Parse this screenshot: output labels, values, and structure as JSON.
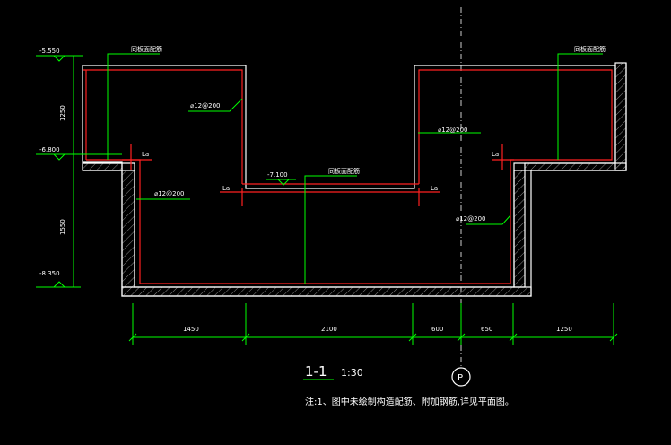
{
  "drawing": {
    "title": "1-1",
    "scale": "1:30",
    "note": "注:1、图中未绘制构造配筋、附加钢筋,详见平面图。",
    "axis_label": "P"
  },
  "levels": [
    "-5.550",
    "-6.800",
    "-8.350",
    "-7.100"
  ],
  "vertical_dims": [
    "1250",
    "1550"
  ],
  "horizontal_dims": [
    "1450",
    "2100",
    "600",
    "650",
    "1250"
  ],
  "rebar_labels": [
    "⌀12@200",
    "⌀12@200",
    "⌀12@200",
    "⌀12@200"
  ],
  "callouts": [
    "同板面配筋",
    "同板面配筋",
    "同板面配筋"
  ],
  "anchor_label": "La",
  "colors": {
    "background": "#000000",
    "concrete": "#ffffff",
    "rebar": "#ff2020",
    "leader": "#00ff00",
    "text": "#ffffff"
  }
}
